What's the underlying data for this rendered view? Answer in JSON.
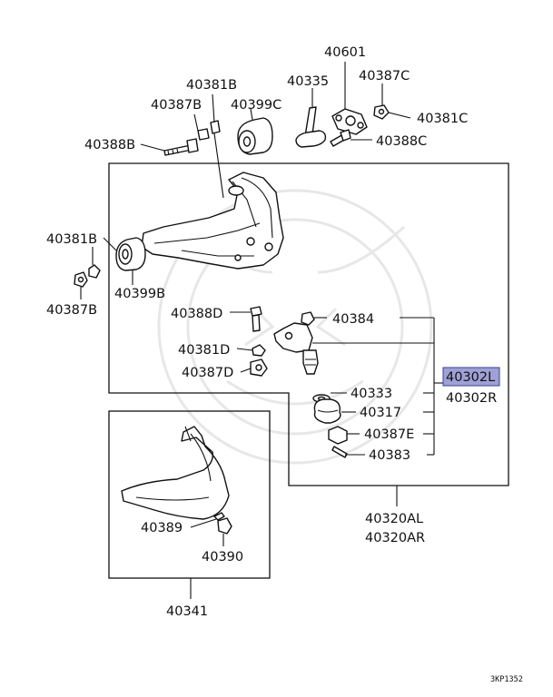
{
  "colors": {
    "ink": "#111111",
    "highlight_fill": "#9fa0d6",
    "highlight_stroke": "#3b3f8f",
    "watermark": "#e7e7e7"
  },
  "labels": {
    "p40601": "40601",
    "p40387C": "40387C",
    "p40381B_top": "40381B",
    "p40335": "40335",
    "p40387B_top": "40387B",
    "p40399C": "40399C",
    "p40381C": "40381C",
    "p40388B": "40388B",
    "p40388C": "40388C",
    "p40381B_left": "40381B",
    "p40399B": "40399B",
    "p40387B_left": "40387B",
    "p40388D": "40388D",
    "p40384": "40384",
    "p40381D": "40381D",
    "p40387D": "40387D",
    "p40302L": "40302L",
    "p40302R": "40302R",
    "p40333": "40333",
    "p40317": "40317",
    "p40387E": "40387E",
    "p40383": "40383",
    "p40320AL": "40320AL",
    "p40320AR": "40320AR",
    "p40389": "40389",
    "p40390": "40390",
    "p40341": "40341"
  },
  "diagram_code": "3KP1352"
}
